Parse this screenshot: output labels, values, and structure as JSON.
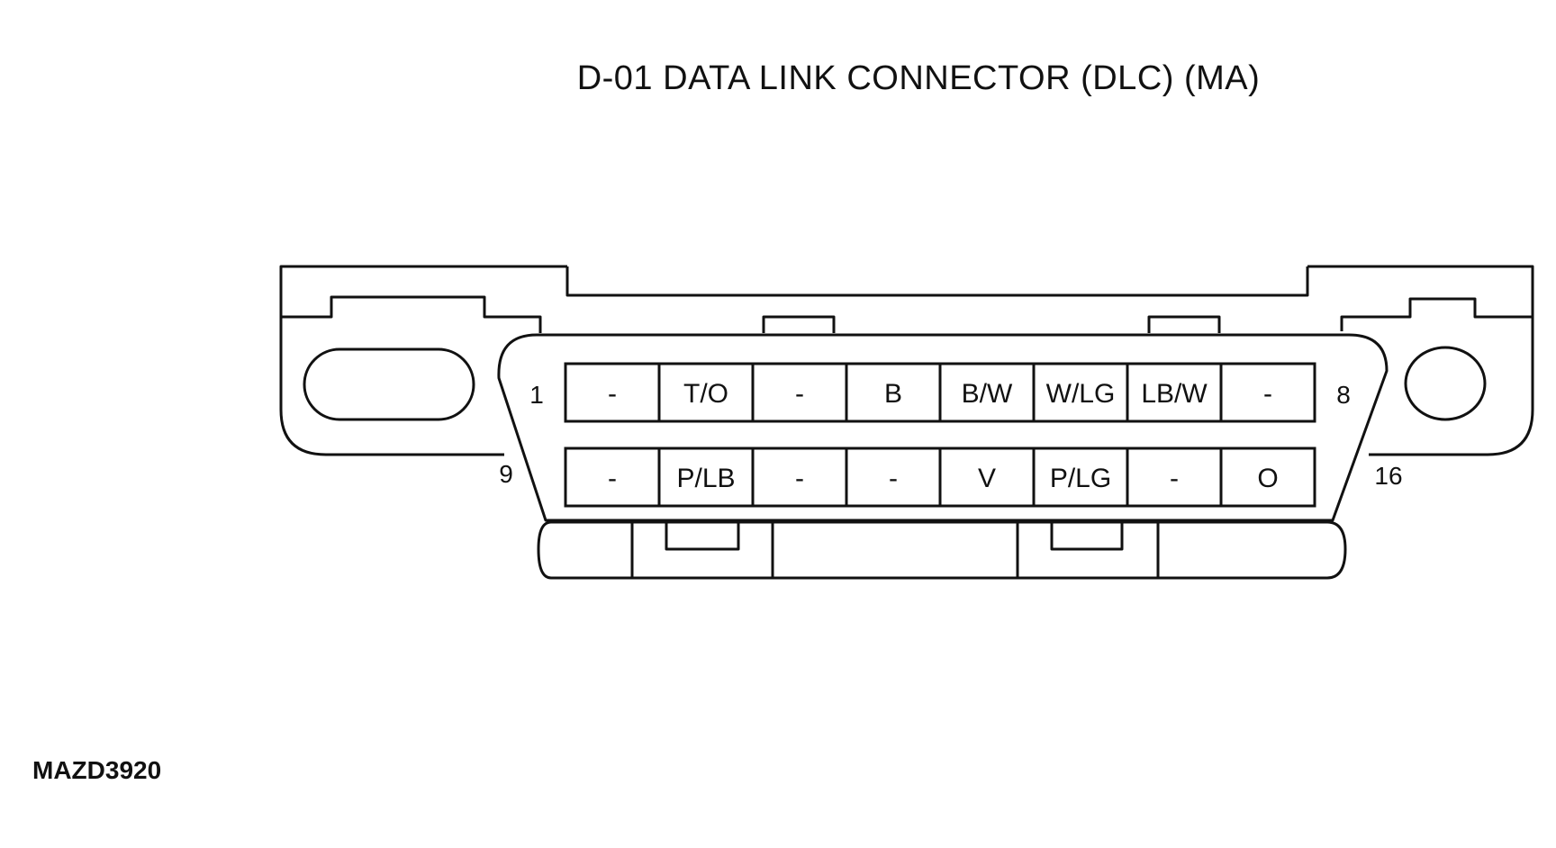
{
  "title": "D-01 DATA LINK CONNECTOR (DLC) (MA)",
  "figure_id": "MAZD3920",
  "pin_numbers": {
    "top_left": "1",
    "top_right": "8",
    "bottom_left": "9",
    "bottom_right": "16"
  },
  "top_row": [
    "-",
    "T/O",
    "-",
    "B",
    "B/W",
    "W/LG",
    "LB/W",
    "-"
  ],
  "bottom_row": [
    "-",
    "P/LB",
    "-",
    "-",
    "V",
    "P/LG",
    "-",
    "O"
  ]
}
